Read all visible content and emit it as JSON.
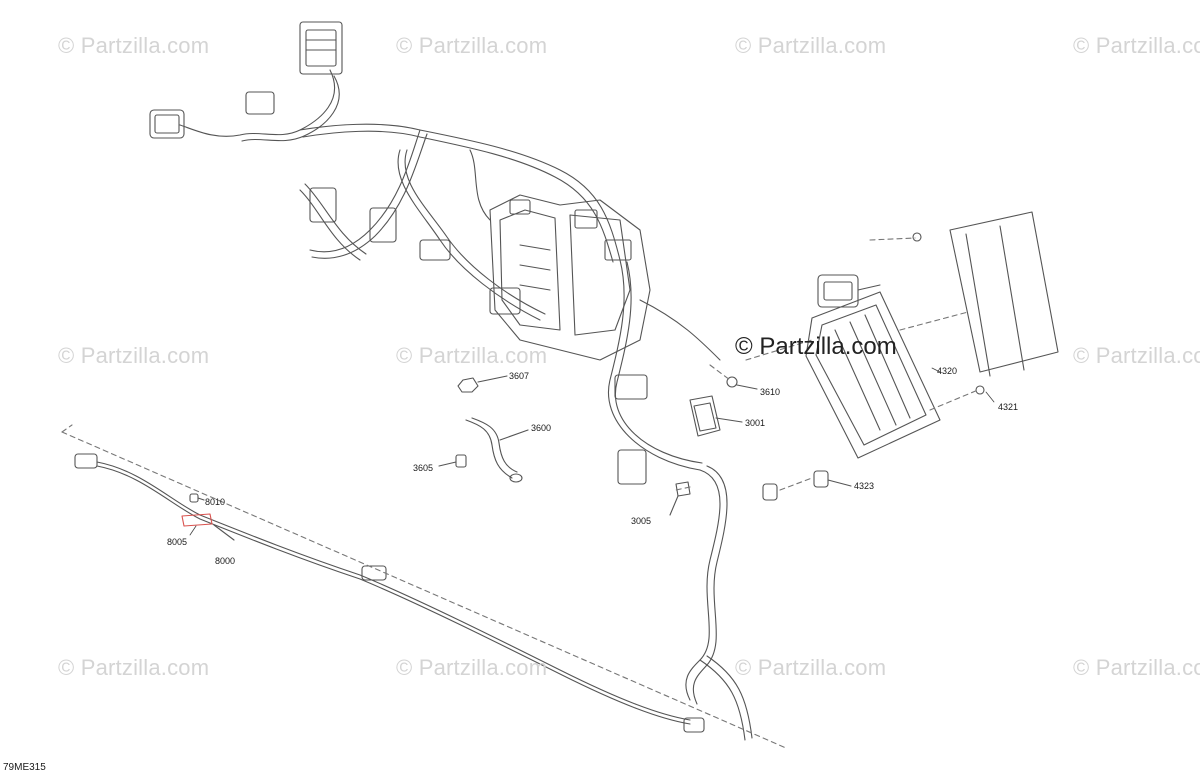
{
  "watermark": {
    "text": "© Partzilla.com",
    "center_text": "© Partzilla.com"
  },
  "drawing_code": "79ME315",
  "callouts": [
    {
      "id": "3607",
      "label": "3607"
    },
    {
      "id": "3600",
      "label": "3600"
    },
    {
      "id": "3605",
      "label": "3605"
    },
    {
      "id": "3610",
      "label": "3610"
    },
    {
      "id": "3001",
      "label": "3001"
    },
    {
      "id": "3005",
      "label": "3005"
    },
    {
      "id": "4320",
      "label": "4320"
    },
    {
      "id": "4321",
      "label": "4321"
    },
    {
      "id": "4323",
      "label": "4323"
    },
    {
      "id": "8010",
      "label": "8010"
    },
    {
      "id": "8005",
      "label": "8005"
    },
    {
      "id": "8000",
      "label": "8000"
    }
  ],
  "colors": {
    "line": "#555555",
    "watermark": "#d4d4d4",
    "highlight": "#d9534f"
  }
}
